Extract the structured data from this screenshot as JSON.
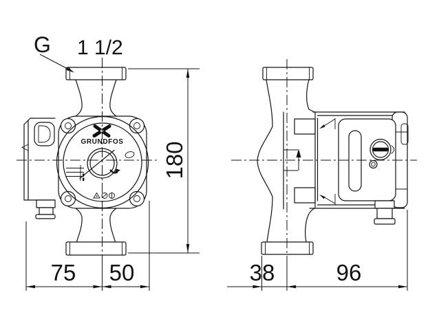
{
  "drawing": {
    "labels": {
      "thread": "G",
      "thread_size": "1 1/2",
      "brand": "GRUNDFOS"
    },
    "dimensions": {
      "overall_height": "180",
      "front_center_to_left": "75",
      "front_center_to_right": "50",
      "side_front_offset": "38",
      "side_motor_depth": "96"
    },
    "colors": {
      "line": "#111111",
      "background": "#ffffff",
      "fill_dark": "#111111"
    },
    "icons": {
      "grundfos_logo": "crossed-droplets-x",
      "flow_arrow": "up-solid-triangle",
      "rotation_arrow": "clockwise-arc",
      "certification_marks": "three-tiny-approval-glyphs",
      "vent_plug": "slotted-screw-circle"
    }
  }
}
